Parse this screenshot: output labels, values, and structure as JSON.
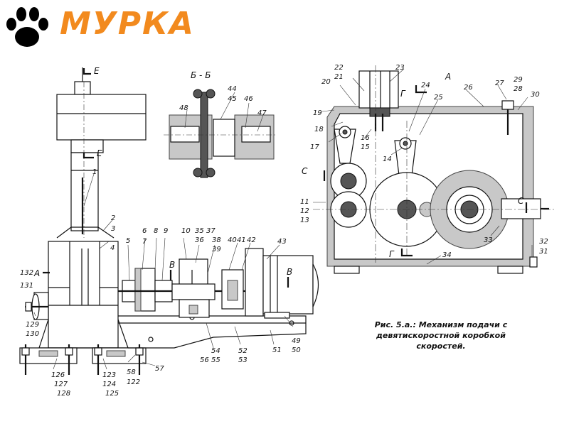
{
  "logo": {
    "text": "МУРКА",
    "color": "#f28a1e",
    "icon": "paw-print-icon"
  },
  "caption": {
    "lines": [
      "Рис. 5.а.: Механизм подачи с",
      "девятискоростной коробкой",
      "скоростей."
    ]
  },
  "section_labels": {
    "section_b": "Б - Б",
    "view_a": "А",
    "mark_e_top": "Е",
    "mark_e_mid": "Е",
    "mark_a_left": "А",
    "mark_v1": "В",
    "mark_v2": "В",
    "mark_c_left": "С",
    "mark_c_right": "С",
    "mark_g_top": "Г",
    "mark_g_bottom": "Г"
  },
  "callouts": [
    {
      "id": "c1",
      "text": "1"
    },
    {
      "id": "c2",
      "text": "2"
    },
    {
      "id": "c3",
      "text": "3"
    },
    {
      "id": "c4",
      "text": "4"
    },
    {
      "id": "c5",
      "text": "5"
    },
    {
      "id": "c6",
      "text": "6"
    },
    {
      "id": "c7",
      "text": "7"
    },
    {
      "id": "c8",
      "text": "8"
    },
    {
      "id": "c9",
      "text": "9"
    },
    {
      "id": "c10",
      "text": "10"
    },
    {
      "id": "c11",
      "text": "11"
    },
    {
      "id": "c12",
      "text": "12"
    },
    {
      "id": "c13",
      "text": "13"
    },
    {
      "id": "c14",
      "text": "14"
    },
    {
      "id": "c15",
      "text": "15"
    },
    {
      "id": "c16",
      "text": "16"
    },
    {
      "id": "c17",
      "text": "17"
    },
    {
      "id": "c18",
      "text": "18"
    },
    {
      "id": "c19",
      "text": "19"
    },
    {
      "id": "c20",
      "text": "20"
    },
    {
      "id": "c21",
      "text": "21"
    },
    {
      "id": "c22",
      "text": "22"
    },
    {
      "id": "c23",
      "text": "23"
    },
    {
      "id": "c24",
      "text": "24"
    },
    {
      "id": "c25",
      "text": "25"
    },
    {
      "id": "c26",
      "text": "26"
    },
    {
      "id": "c27",
      "text": "27"
    },
    {
      "id": "c28",
      "text": "28"
    },
    {
      "id": "c29",
      "text": "29"
    },
    {
      "id": "c30",
      "text": "30"
    },
    {
      "id": "c31",
      "text": "31"
    },
    {
      "id": "c32",
      "text": "32"
    },
    {
      "id": "c33",
      "text": "33"
    },
    {
      "id": "c34",
      "text": "34"
    },
    {
      "id": "c35",
      "text": "35"
    },
    {
      "id": "c36",
      "text": "36"
    },
    {
      "id": "c37",
      "text": "37"
    },
    {
      "id": "c38",
      "text": "38"
    },
    {
      "id": "c39",
      "text": "39"
    },
    {
      "id": "c40",
      "text": "40"
    },
    {
      "id": "c41",
      "text": "41"
    },
    {
      "id": "c42",
      "text": "42"
    },
    {
      "id": "c43",
      "text": "43"
    },
    {
      "id": "c44",
      "text": "44"
    },
    {
      "id": "c45",
      "text": "45"
    },
    {
      "id": "c46",
      "text": "46"
    },
    {
      "id": "c47",
      "text": "47"
    },
    {
      "id": "c48",
      "text": "48"
    },
    {
      "id": "c49",
      "text": "49"
    },
    {
      "id": "c50",
      "text": "50"
    },
    {
      "id": "c51",
      "text": "51"
    },
    {
      "id": "c52",
      "text": "52"
    },
    {
      "id": "c53",
      "text": "53"
    },
    {
      "id": "c54",
      "text": "54"
    },
    {
      "id": "c55",
      "text": "55"
    },
    {
      "id": "c56",
      "text": "56"
    },
    {
      "id": "c57",
      "text": "57"
    },
    {
      "id": "c58",
      "text": "58"
    },
    {
      "id": "c122",
      "text": "122"
    },
    {
      "id": "c123",
      "text": "123"
    },
    {
      "id": "c124",
      "text": "124"
    },
    {
      "id": "c125",
      "text": "125"
    },
    {
      "id": "c126",
      "text": "126"
    },
    {
      "id": "c127",
      "text": "127"
    },
    {
      "id": "c128",
      "text": "128"
    },
    {
      "id": "c129",
      "text": "129"
    },
    {
      "id": "c130",
      "text": "130"
    },
    {
      "id": "c131",
      "text": "131"
    },
    {
      "id": "c132",
      "text": "132"
    }
  ]
}
